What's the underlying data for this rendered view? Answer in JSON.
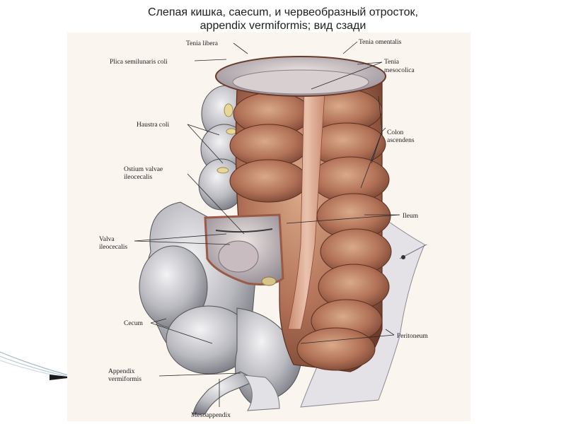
{
  "slide": {
    "title_line1": "Слепая кишка, caecum, и червеобразный отросток,",
    "title_line2": "appendix vermiformis; вид сзади"
  },
  "labels": {
    "tenia_libera": "Tenia libera",
    "tenia_omentalis": "Tenia omentalis",
    "plica_semilunaris": "Plica semilunaris coli",
    "tenia_mesocolica_1": "Tenia",
    "tenia_mesocolica_2": "mesocolica",
    "haustra_coli": "Haustra coli",
    "colon_ascendens_1": "Colon",
    "colon_ascendens_2": "ascendens",
    "ostium_1": "Ostium valvae",
    "ostium_2": "ileocecalis",
    "ileum": "Ileum",
    "valva_1": "Valva",
    "valva_2": "ileocecalis",
    "cecum": "Cecum",
    "peritoneum": "Peritoneum",
    "appendix_1": "Appendix",
    "appendix_2": "vermiformis",
    "mesoappendix": "Mesoappendix"
  }
}
